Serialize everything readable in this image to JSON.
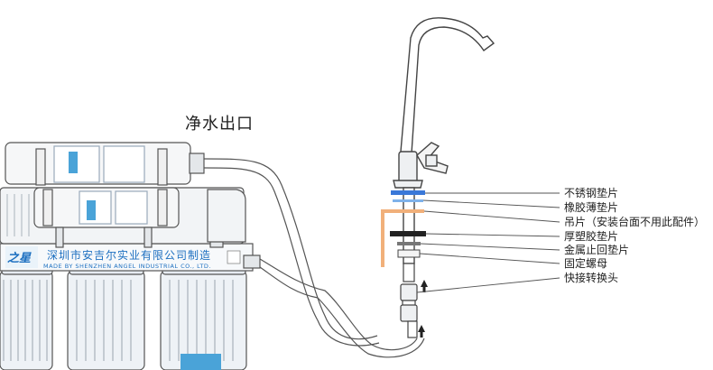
{
  "title": "净水出口",
  "company": {
    "logo_text": "之星",
    "name_cn": "深圳市安吉尔实业有限公司制造",
    "name_en": "MADE BY SHENZHEN ANGEL INDUSTRIAL CO., LTD."
  },
  "parts": [
    {
      "id": "steel",
      "label": "不锈钢垫片",
      "color": "#3a78d8"
    },
    {
      "id": "rubber-thin",
      "label": "橡胶薄垫片",
      "color": "#3a78d8"
    },
    {
      "id": "hanger",
      "label": "吊片（安装台面不用此配件）",
      "color": "#f1b07a"
    },
    {
      "id": "plastic-thick",
      "label": "厚塑胶垫片",
      "color": "#222222"
    },
    {
      "id": "metal-stop",
      "label": "金属止回垫片",
      "color": "#555555"
    },
    {
      "id": "nut",
      "label": "固定螺母",
      "color": "#555555"
    },
    {
      "id": "connector",
      "label": "快接转换头",
      "color": "#555555"
    }
  ],
  "colors": {
    "line": "#3a3a3a",
    "housing": "#dde4ec",
    "cartridge": "#f3f3f3",
    "accent_blue": "#3a78d8",
    "accent_orange": "#f1b07a",
    "label_blue": "#4aa3d8"
  }
}
